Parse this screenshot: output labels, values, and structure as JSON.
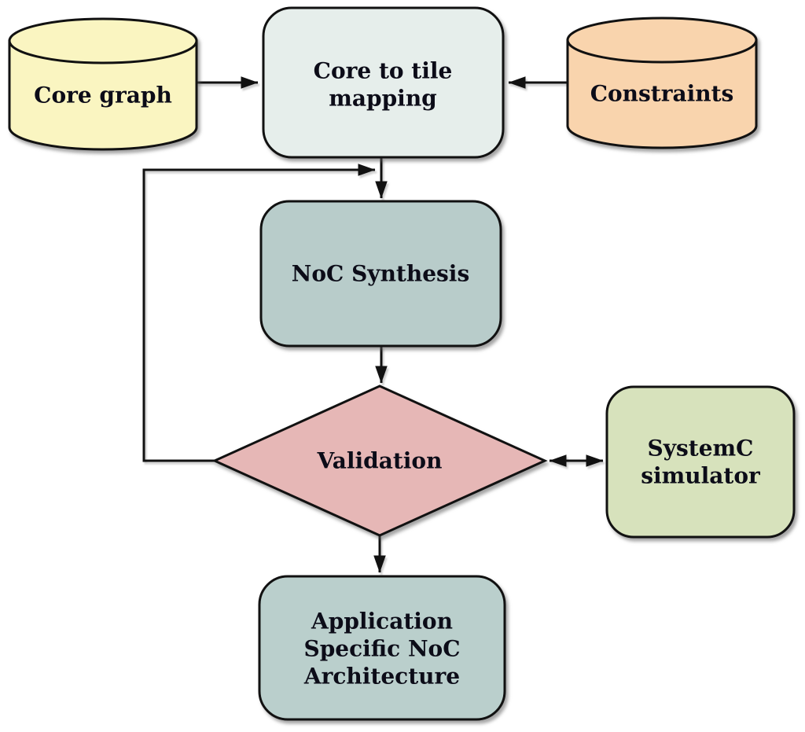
{
  "diagram": {
    "type": "flowchart",
    "background": "#ffffff",
    "stroke_color": "#111111",
    "text_color": "#0c0c18",
    "nodes": {
      "core_graph": {
        "shape": "cylinder",
        "label": "Core graph",
        "fill": "#FAF5C1"
      },
      "core_to_tile": {
        "shape": "rounded-rect",
        "label": "Core to tile mapping",
        "line1": "Core to tile",
        "line2": "mapping",
        "fill": "#E6EEEB"
      },
      "constraints": {
        "shape": "cylinder",
        "label": "Constraints",
        "fill": "#F9D4AD"
      },
      "noc_synthesis": {
        "shape": "rounded-rect",
        "label": "NoC Synthesis",
        "fill": "#B8CCCA"
      },
      "validation": {
        "shape": "diamond",
        "label": "Validation",
        "fill": "#E6B7B6"
      },
      "systemc_simulator": {
        "shape": "rounded-rect",
        "label": "SystemC simulator",
        "line1": "SystemC",
        "line2": "simulator",
        "fill": "#D7E2BC"
      },
      "app_specific_noc": {
        "shape": "rounded-rect",
        "label": "Application Specific NoC Architecture",
        "line1": "Application",
        "line2": "Specific NoC",
        "line3": "Architecture",
        "fill": "#BACFCC"
      }
    },
    "edges": [
      {
        "from": "core_graph",
        "to": "core_to_tile",
        "arrow": "single"
      },
      {
        "from": "constraints",
        "to": "core_to_tile",
        "arrow": "single"
      },
      {
        "from": "core_to_tile",
        "to": "noc_synthesis",
        "arrow": "single"
      },
      {
        "from": "noc_synthesis",
        "to": "validation",
        "arrow": "single"
      },
      {
        "from": "validation",
        "to": "systemc_simulator",
        "arrow": "double"
      },
      {
        "from": "validation",
        "to": "noc_synthesis",
        "arrow": "single",
        "kind": "feedback-loop"
      },
      {
        "from": "validation",
        "to": "app_specific_noc",
        "arrow": "single"
      }
    ]
  }
}
